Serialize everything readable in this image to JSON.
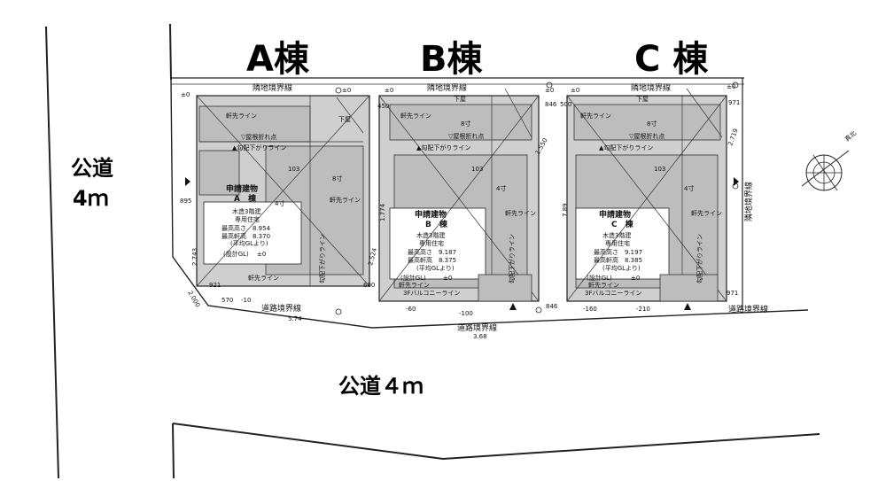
{
  "buildings": [
    {
      "title": "A棟",
      "neighbor_line": "隣地境界線",
      "lower_floor": "下屋",
      "eave_line": "軒先ライン",
      "ridge_point": "▽屋根折れ点",
      "slope_line": "▲勾配下がりライン",
      "slope_side": "勾配下がりライン",
      "pitch": "4寸",
      "pitch_alt": "8寸",
      "pitch_small": "103",
      "application": "申請建物",
      "building_name": "A　棟",
      "structure": "木造3階建",
      "use": "専用住宅",
      "max_height": "最高高さ　8.954",
      "max_eave": "最高軒高　8.370",
      "avg_note": "(平均GLより)",
      "design_gl": "(設計GL)",
      "design_gl_value": "±0",
      "balcony": "",
      "dim_left": "895",
      "dim_left2": "2.743",
      "dim_diag": "2.000",
      "dim_bottom": "921",
      "dim_b2": "570",
      "level_bottom": "-10",
      "level_top": "±0",
      "level_top2": "±0",
      "dim_b3": "5.74"
    },
    {
      "title": "B棟",
      "neighbor_line": "隣地境界線",
      "lower_floor": "下屋",
      "eave_line": "軒先ライン",
      "ridge_point": "▽屋根折れ点",
      "slope_line": "▲勾配下がりライン",
      "slope_side": "勾配下がりライン",
      "pitch": "4寸",
      "pitch_alt": "8寸",
      "pitch_small": "103",
      "application": "申請建物",
      "building_name": "B　棟",
      "structure": "木造3階建",
      "use": "専用住宅",
      "max_height": "最高高さ　9.187",
      "max_eave": "最高軒高　8.375",
      "avg_note": "(平均GLより)",
      "design_gl": "(設計GL)",
      "design_gl_value": "±0",
      "balcony": "3Fバルコニーライン",
      "dim_left": "450",
      "dim_left2": "1.774",
      "dim_diag": "2.524",
      "dim_bottom": "600",
      "dim_b2": "-60",
      "level_bottom": "-100",
      "level_top": "±0",
      "level_top2": "±0",
      "dim_b3": "3.68",
      "dim_right": "846",
      "dim_right2": "1.550"
    },
    {
      "title": "C 棟",
      "neighbor_line": "隣地境界線",
      "lower_floor": "下屋",
      "eave_line": "軒先ライン",
      "ridge_point": "▽屋根折れ点",
      "slope_line": "▲勾配下がりライン",
      "slope_side": "勾配下がりライン",
      "pitch": "4寸",
      "pitch_alt": "8寸",
      "pitch_small": "103",
      "application": "申請建物",
      "building_name": "C　棟",
      "structure": "木造3階建",
      "use": "専用住宅",
      "max_height": "最高高さ　9.197",
      "max_eave": "最高軒高　8.385",
      "avg_note": "(平均GLより)",
      "design_gl": "(設計GL)",
      "design_gl_value": "±0",
      "balcony": "3Fバルコニーライン",
      "dim_left": "500",
      "dim_left2": "7.89",
      "dim_diag": "",
      "dim_bottom": "846",
      "dim_b2": "-160",
      "level_bottom": "-210",
      "level_top": "±0",
      "level_top2": "±0",
      "dim_b3": "",
      "dim_right": "971",
      "dim_right2": "2.719",
      "dim_right3": "971"
    }
  ],
  "road_left": {
    "line1": "公道",
    "line2": "4ｍ"
  },
  "road_bottom": "公道４ｍ",
  "road_boundary": "道路境界線",
  "road_boundary_b": "道路境界線",
  "road_boundary_c": "道路境界線",
  "neighbor_right": "隣地境界線",
  "north_label": "真北"
}
